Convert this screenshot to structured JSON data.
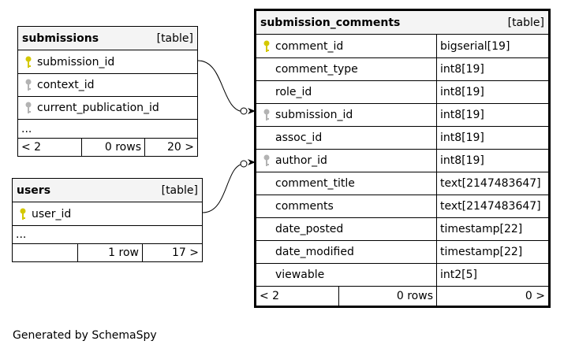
{
  "tables": {
    "submissions": {
      "name": "submissions",
      "kind": "[table]",
      "columns": [
        {
          "name": "submission_id",
          "key": "primary"
        },
        {
          "name": "context_id",
          "key": "foreign"
        },
        {
          "name": "current_publication_id",
          "key": "foreign"
        }
      ],
      "ellipsis": "...",
      "footer": {
        "prev": "< 2",
        "rows": "0 rows",
        "next": "20 >"
      }
    },
    "users": {
      "name": "users",
      "kind": "[table]",
      "columns": [
        {
          "name": "user_id",
          "key": "primary"
        }
      ],
      "ellipsis": "...",
      "footer": {
        "prev": "",
        "rows": "1 row",
        "next": "17 >"
      }
    },
    "submission_comments": {
      "name": "submission_comments",
      "kind": "[table]",
      "columns": [
        {
          "name": "comment_id",
          "type": "bigserial[19]",
          "key": "primary"
        },
        {
          "name": "comment_type",
          "type": "int8[19]",
          "key": ""
        },
        {
          "name": "role_id",
          "type": "int8[19]",
          "key": ""
        },
        {
          "name": "submission_id",
          "type": "int8[19]",
          "key": "foreign"
        },
        {
          "name": "assoc_id",
          "type": "int8[19]",
          "key": ""
        },
        {
          "name": "author_id",
          "type": "int8[19]",
          "key": "foreign"
        },
        {
          "name": "comment_title",
          "type": "text[2147483647]",
          "key": ""
        },
        {
          "name": "comments",
          "type": "text[2147483647]",
          "key": ""
        },
        {
          "name": "date_posted",
          "type": "timestamp[22]",
          "key": ""
        },
        {
          "name": "date_modified",
          "type": "timestamp[22]",
          "key": ""
        },
        {
          "name": "viewable",
          "type": "int2[5]",
          "key": ""
        }
      ],
      "footer": {
        "prev": "< 2",
        "rows": "0 rows",
        "next": "0 >"
      }
    }
  },
  "generated_by": "Generated by SchemaSpy",
  "colors": {
    "primary_key": "#d4c800",
    "foreign_key": "#b3b3b3",
    "header_bg": "#f4f4f4"
  }
}
